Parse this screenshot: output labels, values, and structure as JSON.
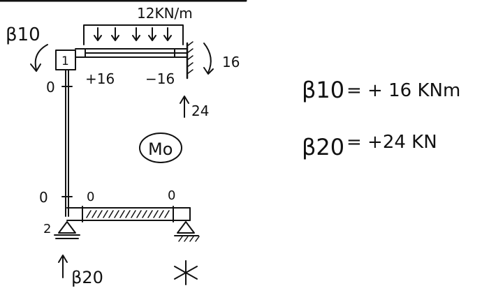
{
  "diagram": {
    "load_label": "12KN/m",
    "left_moment_label": "β10",
    "right_moment_value": "16",
    "joint_label": "1",
    "beam_moment_left": "+16",
    "beam_moment_right": "−16",
    "right_reaction": "24",
    "column_top_value": "0",
    "column_bottom_value": "0",
    "beam2_left_value": "0",
    "beam2_right_value": "0",
    "support_label": "2",
    "bottom_reaction_label": "β20",
    "state_label": "Mo",
    "ink_color": "#111111"
  },
  "results": {
    "eq1_symbol": "β10",
    "eq1_value": "= + 16 KNm",
    "eq2_symbol": "β20",
    "eq2_value": "= +24 KN"
  }
}
